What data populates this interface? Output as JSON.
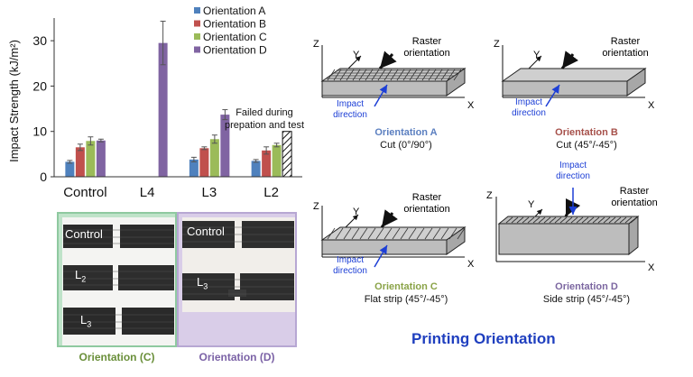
{
  "chart_data": {
    "type": "bar",
    "ylabel": "Impact Strength (kJ/m²)",
    "ylim": [
      0,
      35
    ],
    "yticks": [
      0,
      10,
      20,
      30
    ],
    "categories": [
      "Control",
      "L4",
      "L3",
      "L2"
    ],
    "series": [
      {
        "name": "Orientation A",
        "color": "#4f81bd",
        "values": [
          3.3,
          null,
          3.8,
          3.5
        ],
        "errors": [
          0.3,
          null,
          0.5,
          0.3
        ]
      },
      {
        "name": "Orientation B",
        "color": "#c0504d",
        "values": [
          6.5,
          null,
          6.3,
          5.8
        ],
        "errors": [
          0.7,
          null,
          0.3,
          0.8
        ]
      },
      {
        "name": "Orientation C",
        "color": "#9bbb59",
        "values": [
          7.9,
          null,
          8.3,
          7.0
        ],
        "errors": [
          0.9,
          null,
          0.9,
          0.4
        ]
      },
      {
        "name": "Orientation D",
        "color": "#8064a2",
        "values": [
          8.0,
          29.5,
          13.7,
          10.0
        ],
        "errors": [
          0.3,
          4.8,
          1.1,
          0
        ]
      }
    ],
    "hatched": {
      "category": "L2",
      "series": "Orientation D"
    },
    "annotation": "Failed during prepation and test",
    "legend_position": "top-right"
  },
  "photos": {
    "left": {
      "items": [
        "Control",
        "L",
        "L"
      ],
      "subs": [
        "",
        "2",
        "3"
      ],
      "caption": "Orientation (C)",
      "caption_color": "#6a8f3a",
      "bg": "#bfe3c9"
    },
    "right": {
      "items": [
        "Control",
        "L"
      ],
      "subs": [
        "",
        "3"
      ],
      "caption": "Orientation (D)",
      "caption_color": "#7b62a6",
      "bg": "#d9cde8"
    }
  },
  "diagrams": {
    "a": {
      "title": "Orientation A",
      "subtitle": "Cut (0°/90°)",
      "color": "#5b7fc0",
      "raster": "Raster orientation",
      "impact": "Impact direction"
    },
    "b": {
      "title": "Orientation B",
      "subtitle": "Cut (45°/-45°)",
      "color": "#a6504a",
      "raster": "Raster orientation",
      "impact": "Impact direction"
    },
    "c": {
      "title": "Orientation C",
      "subtitle": "Flat strip (45°/-45°)",
      "color": "#8aa347",
      "raster": "Raster orientation",
      "impact": "Impact direction"
    },
    "d": {
      "title": "Orientation D",
      "subtitle": "Side strip (45°/-45°)",
      "color": "#7b66a0",
      "raster": "Raster orientation",
      "impact": "Impact direction"
    },
    "axes": {
      "x": "X",
      "y": "Y",
      "z": "Z"
    }
  },
  "page_title": "Printing Orientation"
}
